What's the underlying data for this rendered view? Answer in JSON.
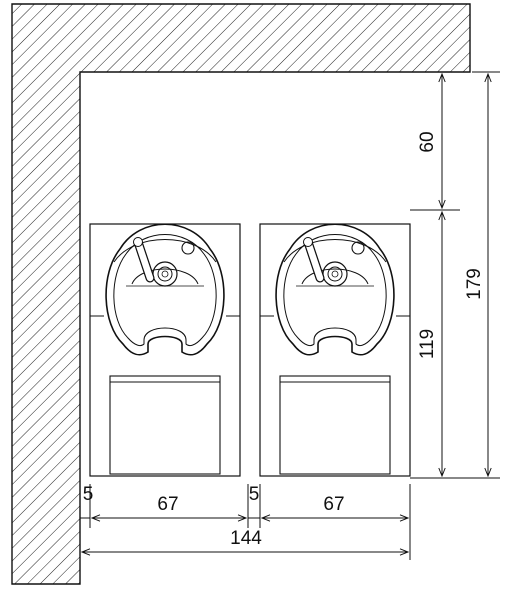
{
  "diagram": {
    "type": "technical-plan-drawing",
    "subject": "two shampoo basin units against an L-shaped wall",
    "units_count": 2,
    "dimensions": {
      "top_clearance": "60",
      "unit_depth": "119",
      "overall_depth": "179",
      "left_gap": "5",
      "unit1_width": "67",
      "middle_gap": "5",
      "unit2_width": "67",
      "overall_width": "144"
    }
  }
}
